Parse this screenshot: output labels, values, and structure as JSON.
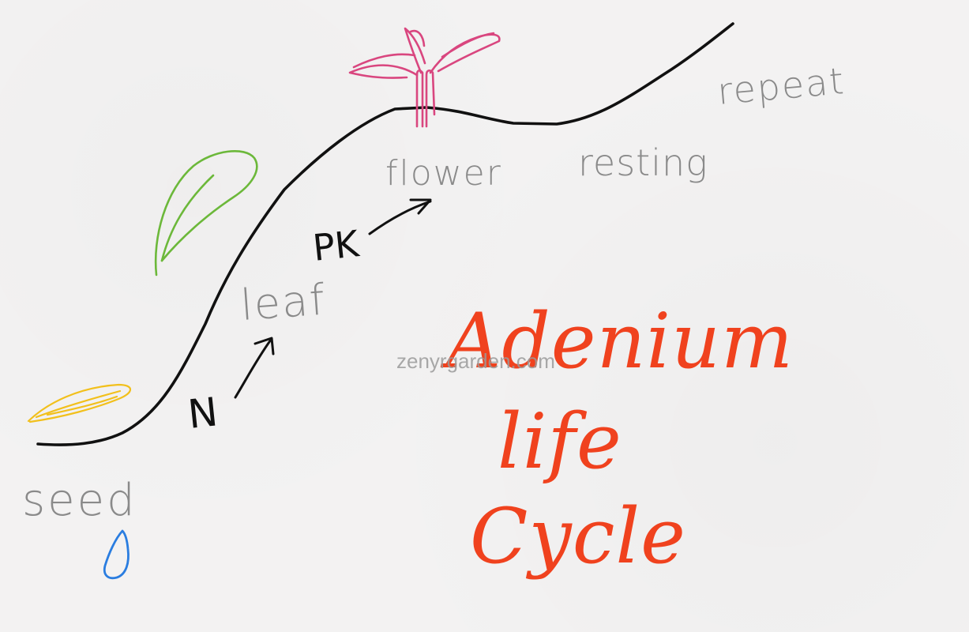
{
  "labels": {
    "seed": "seed",
    "leaf": "leaf",
    "flower": "flower",
    "resting": "resting",
    "repeat": "repeat",
    "n": "N",
    "pk": "PK"
  },
  "title": {
    "line1": "Adenium",
    "line2": "life",
    "line3": "Cycle"
  },
  "watermark": "zenyrgarden.com",
  "colors": {
    "background": "#f3f2f2",
    "curve": "#111111",
    "gray_text": "#8a8a8a",
    "black_text": "#111111",
    "title_red": "#f0421e",
    "seed_blue": "#2a7de0",
    "sprout_yellow": "#f2c01c",
    "leaf_green": "#6cb83a",
    "flower_pink": "#d9467f",
    "watermark": "#9a9a9a"
  },
  "icons": {
    "seed": "seed-icon",
    "sprout": "sprout-icon",
    "leaf": "leaf-icon",
    "flower": "flower-icon",
    "arrow": "arrow-icon"
  }
}
